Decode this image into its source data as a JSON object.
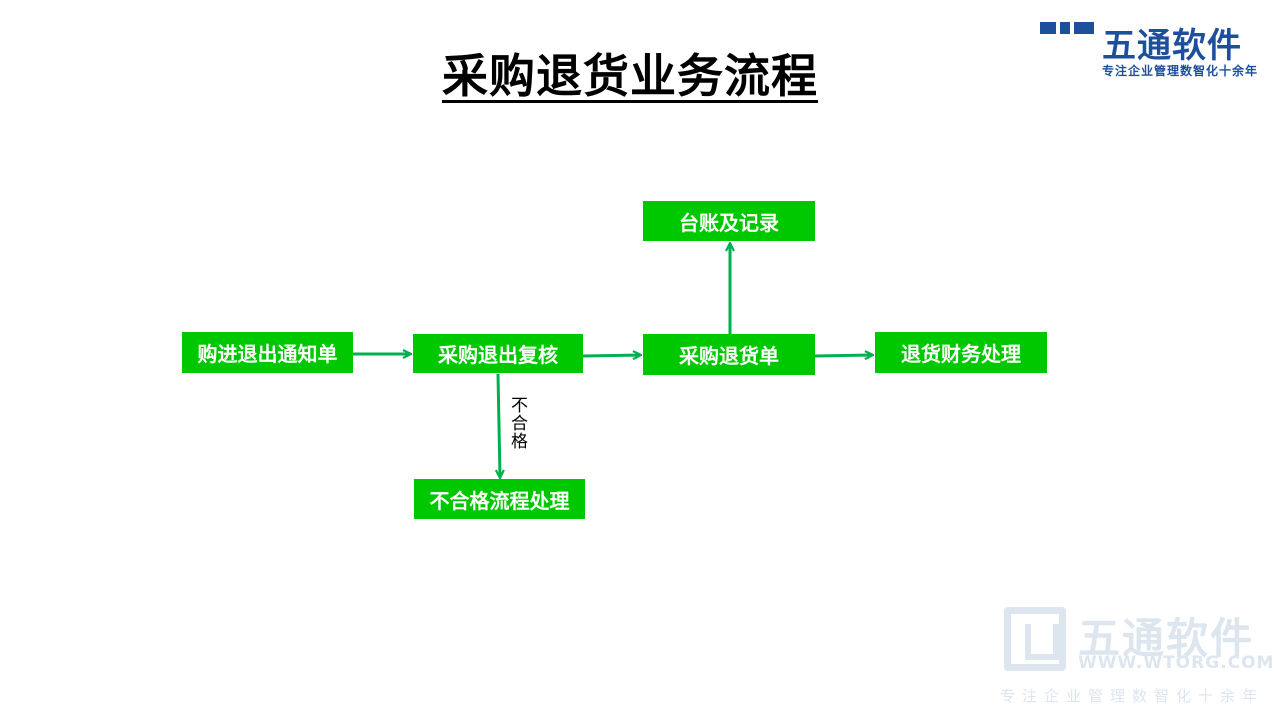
{
  "title": "采购退货业务流程",
  "logo": {
    "name": "五通软件",
    "slogan": "专注企业管理数智化十余年",
    "icon": "wutong-logo-icon",
    "color": "#1d4f9c"
  },
  "flow": {
    "box_color": "#00c800",
    "arrow_color": "#00b050",
    "nodes": {
      "notice": "购进退出通知单",
      "review": "采购退出复核",
      "return_order": "采购退货单",
      "ledger": "台账及记录",
      "finance": "退货财务处理",
      "unqualified": "不合格流程处理"
    },
    "edge_labels": {
      "unqualified": "不合格"
    }
  },
  "watermark": {
    "name": "五通软件",
    "url": "WWW.WTORG.COM",
    "slogan": "专注企业管理数智化十余年",
    "icon": "wutong-watermark-icon"
  }
}
